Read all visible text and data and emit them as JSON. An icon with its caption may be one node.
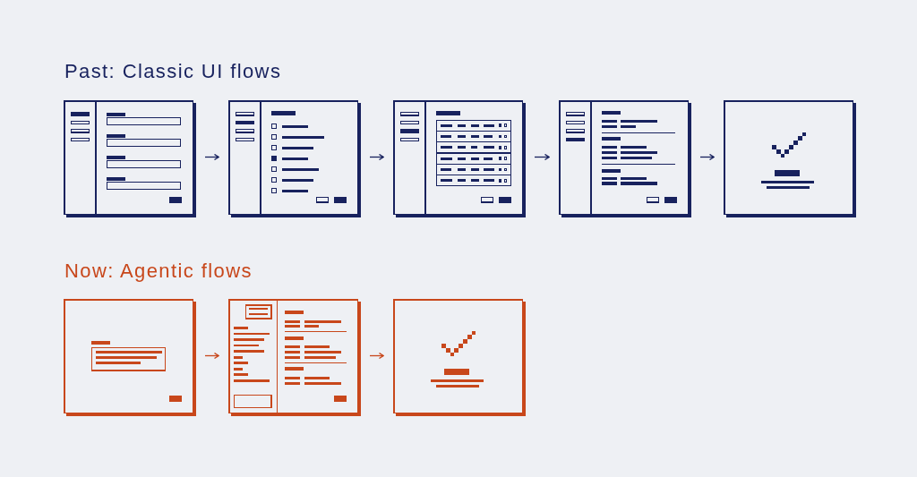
{
  "diagram": {
    "nodes": [
      {
        "text": [],
        "shape": "picture"
      },
      {
        "text": [],
        "shape": "picture"
      },
      {
        "text": [],
        "shape": "picture"
      },
      {
        "text": [],
        "shape": "picture"
      },
      {
        "text": [],
        "shape": "picture"
      },
      {
        "text": [],
        "shape": "picture"
      },
      {
        "text": [],
        "shape": "picture"
      },
      {
        "text": [],
        "shape": "picture"
      }
    ],
    "edges": [
      {
        "from": 0,
        "to": 1,
        "arrow": "to"
      },
      {
        "from": 1,
        "to": 2,
        "arrow": "to"
      },
      {
        "from": 2,
        "to": 3,
        "arrow": "to"
      },
      {
        "from": 3,
        "to": 4,
        "arrow": "to"
      },
      {
        "from": 5,
        "to": 6,
        "arrow": "to",
        "color": "#c8471b"
      },
      {
        "from": 6,
        "to": 7,
        "arrow": "to",
        "color": "#c8471b"
      }
    ],
    "labels": [
      "Past: Classic UI flows",
      "Now: Agentic flows"
    ]
  }
}
